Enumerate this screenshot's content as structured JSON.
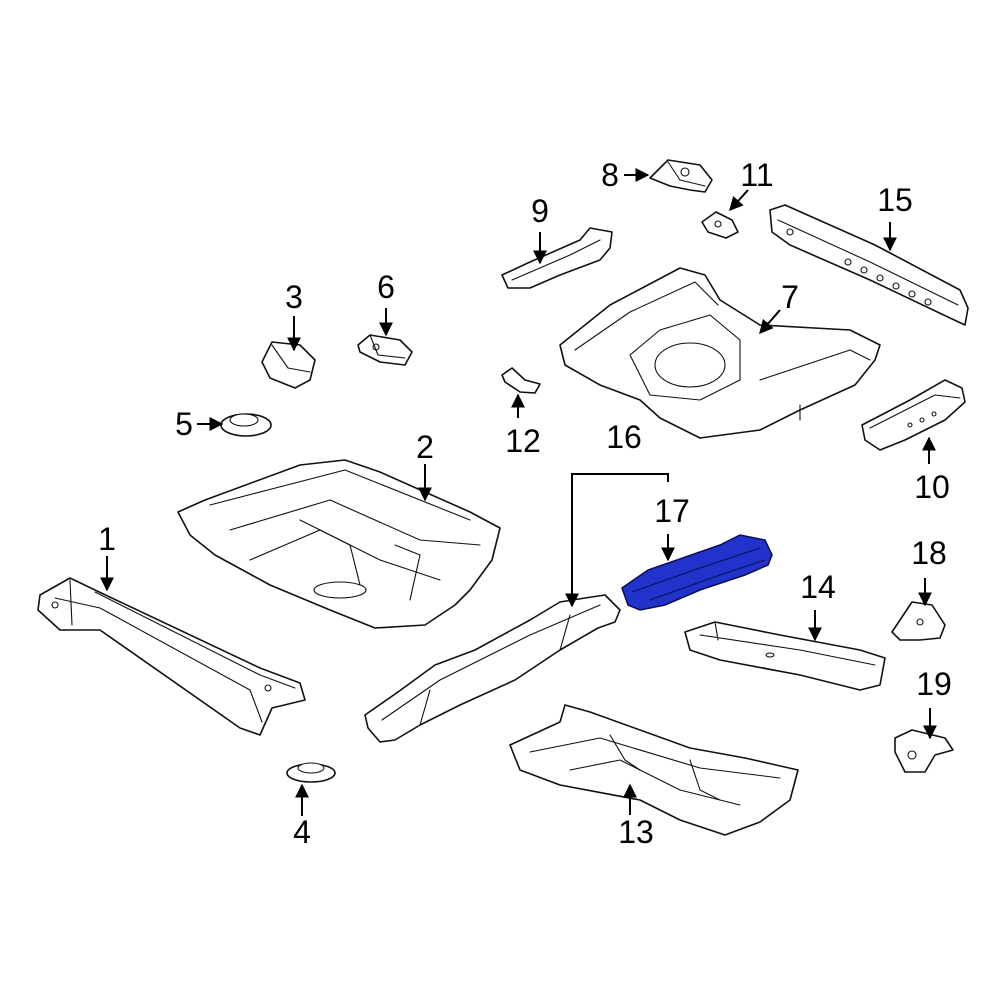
{
  "highlight_color": "#2233cc",
  "callouts": [
    {
      "id": "1",
      "label": "1"
    },
    {
      "id": "2",
      "label": "2"
    },
    {
      "id": "3",
      "label": "3"
    },
    {
      "id": "4",
      "label": "4"
    },
    {
      "id": "5",
      "label": "5"
    },
    {
      "id": "6",
      "label": "6"
    },
    {
      "id": "7",
      "label": "7"
    },
    {
      "id": "8",
      "label": "8"
    },
    {
      "id": "9",
      "label": "9"
    },
    {
      "id": "10",
      "label": "10"
    },
    {
      "id": "11",
      "label": "11"
    },
    {
      "id": "12",
      "label": "12"
    },
    {
      "id": "13",
      "label": "13"
    },
    {
      "id": "14",
      "label": "14"
    },
    {
      "id": "15",
      "label": "15"
    },
    {
      "id": "16",
      "label": "16"
    },
    {
      "id": "17",
      "label": "17"
    },
    {
      "id": "18",
      "label": "18"
    },
    {
      "id": "19",
      "label": "19"
    }
  ],
  "highlighted_part": "17"
}
